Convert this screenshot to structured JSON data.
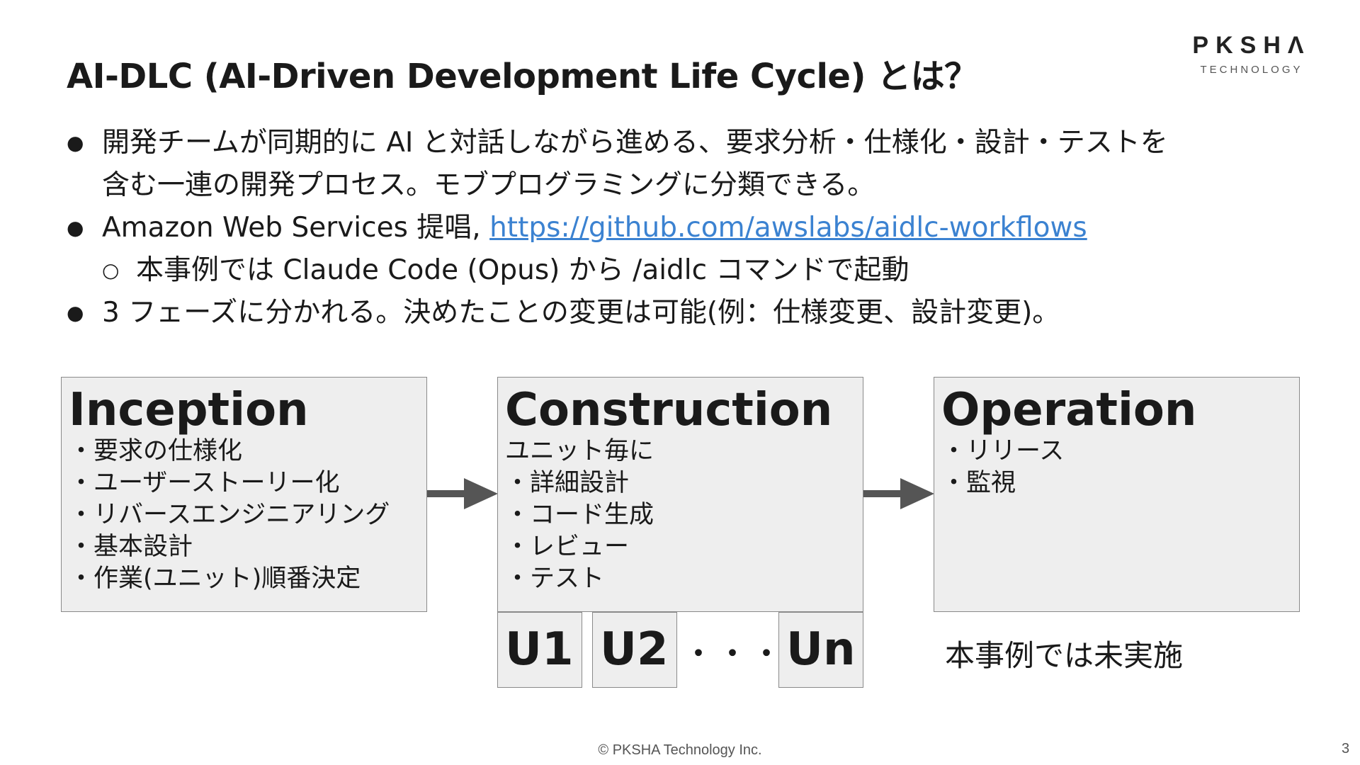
{
  "slide": {
    "title": "AI-DLC (AI-Driven Development Life Cycle) とは？"
  },
  "logo": {
    "main": "PKSHΛ",
    "sub": "TECHNOLOGY"
  },
  "bullets": {
    "marker": "●",
    "sub_marker": "○",
    "b1_line1": "開発チームが同期的に AI と対話しながら進める、要求分析・仕様化・設計・テストを",
    "b1_line2": "含む一連の開発プロセス。モブプログラミングに分類できる。",
    "b2_text": "Amazon Web Services 提唱, ",
    "b2_link": "https://github.com/awslabs/aidlc-workflows",
    "b2_sub": "本事例では Claude Code (Opus) から /aidlc コマンドで起動",
    "b3_text": "3 フェーズに分かれる。決めたことの変更は可能(例：仕様変更、設計変更)。"
  },
  "phases": {
    "inception": {
      "title": "Inception",
      "items": [
        "・要求の仕様化",
        "・ユーザーストーリー化",
        "・リバースエンジニアリング",
        "・基本設計",
        "・作業(ユニット)順番決定"
      ]
    },
    "construction": {
      "title": "Construction",
      "subtitle": "ユニット毎に",
      "items": [
        "・詳細設計",
        "・コード生成",
        "・レビュー",
        "・テスト"
      ]
    },
    "operation": {
      "title": "Operation",
      "items": [
        "・リリース",
        "・監視"
      ]
    }
  },
  "units": {
    "u1": "U1",
    "u2": "U2",
    "dots": "・・・",
    "un": "Un"
  },
  "note": "本事例では未実施",
  "footer": {
    "copyright": "© PKSHA Technology Inc.",
    "page": "3"
  },
  "colors": {
    "box_fill": "#eeeeee",
    "box_border": "#8a8a8a",
    "arrow": "#555555",
    "link": "#3b82d1"
  }
}
